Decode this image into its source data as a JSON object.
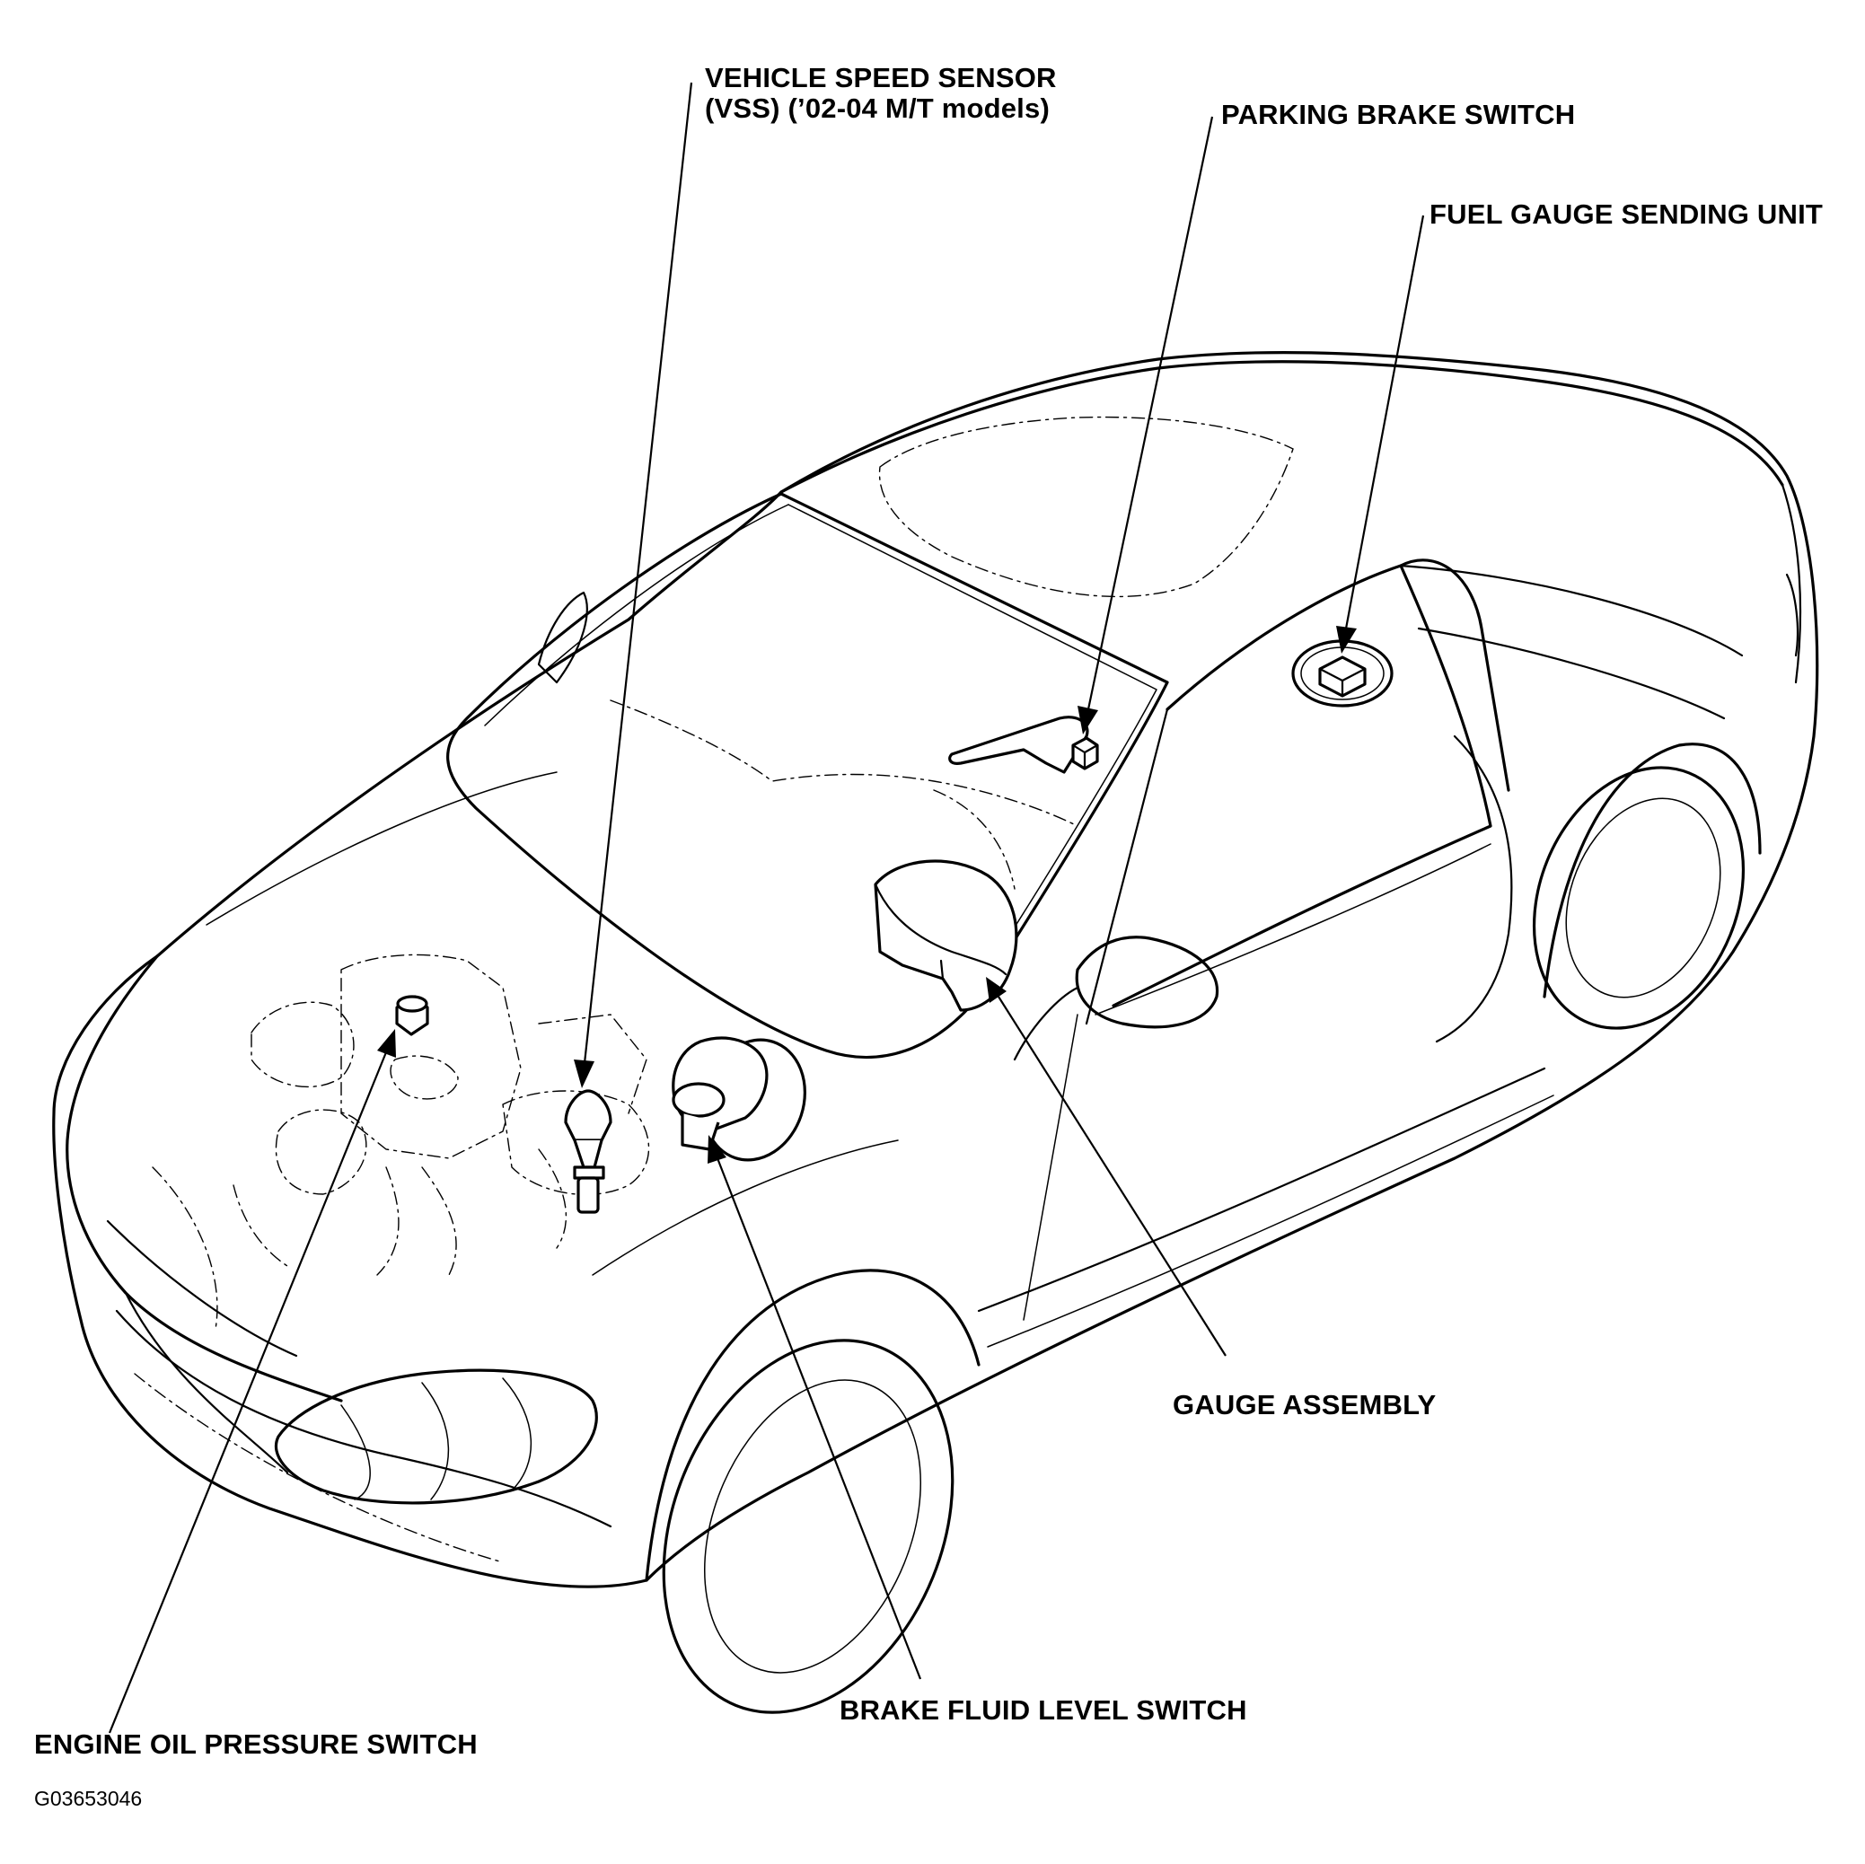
{
  "labels": {
    "vss_line1": "VEHICLE SPEED SENSOR",
    "vss_line2": "(VSS) (’02-04 M/T models)",
    "parking_brake_switch": "PARKING BRAKE SWITCH",
    "fuel_gauge_sending_unit": "FUEL GAUGE SENDING UNIT",
    "gauge_assembly": "GAUGE ASSEMBLY",
    "brake_fluid_level_switch": "BRAKE FLUID LEVEL SWITCH",
    "engine_oil_pressure_switch": "ENGINE OIL PRESSURE SWITCH"
  },
  "figure_code": "G03653046"
}
